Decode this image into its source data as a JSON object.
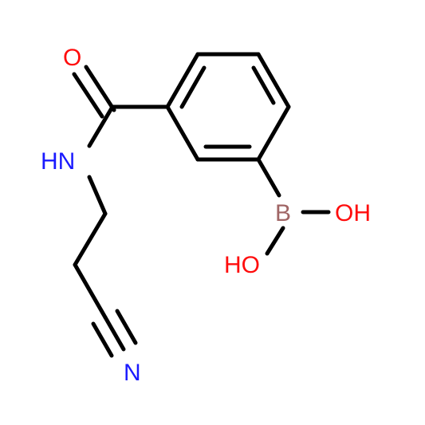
{
  "molecule": {
    "atoms": {
      "oxygen_carbonyl": {
        "label": "O",
        "color": "#ff0d0d"
      },
      "nitrogen_amide": {
        "label": "HN",
        "color": "#1a1aff"
      },
      "nitrogen_nitrile": {
        "label": "N",
        "color": "#1a1aff"
      },
      "boron": {
        "label": "B",
        "color": "#a06666"
      },
      "hydroxyl_right": {
        "label": "OH",
        "color": "#ff0d0d"
      },
      "hydroxyl_left": {
        "label": "HO",
        "color": "#ff0d0d"
      }
    },
    "bond_color": "#000000"
  }
}
